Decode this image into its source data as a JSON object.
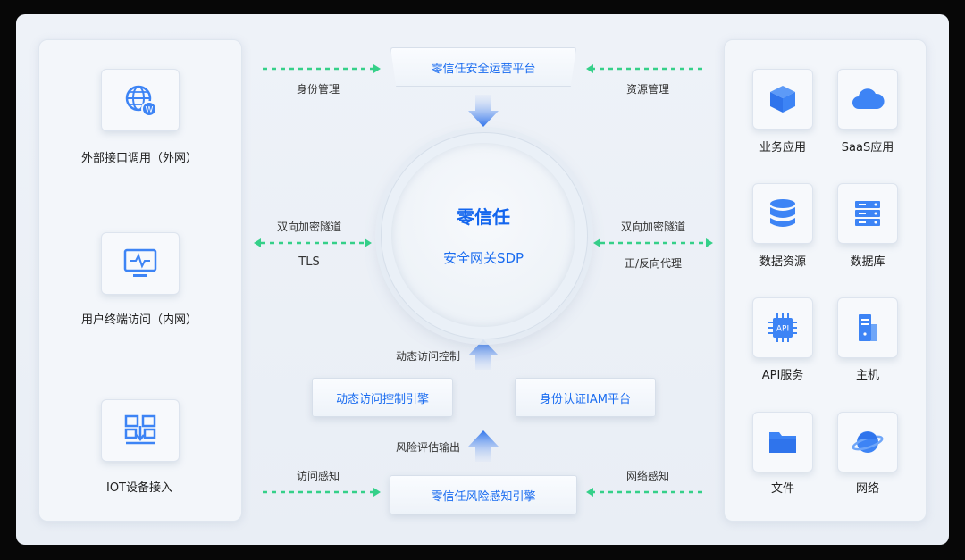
{
  "platform": {
    "ops": "零信任安全运营平台",
    "risk": "零信任风险感知引擎",
    "engine": "动态访问控制引擎",
    "iam": "身份认证IAM平台"
  },
  "core": {
    "title": "零信任",
    "subtitle": "安全网关SDP"
  },
  "left": [
    {
      "label": "外部接口调用（外网）",
      "icon": "globe-icon"
    },
    {
      "label": "用户终端访问（内网）",
      "icon": "monitor-icon"
    },
    {
      "label": "IOT设备接入",
      "icon": "iot-device-icon"
    }
  ],
  "right": [
    {
      "label": "业务应用",
      "icon": "cube-icon"
    },
    {
      "label": "SaaS应用",
      "icon": "cloud-icon"
    },
    {
      "label": "数据资源",
      "icon": "database-icon"
    },
    {
      "label": "数据库",
      "icon": "server-icon"
    },
    {
      "label": "API服务",
      "icon": "api-chip-icon"
    },
    {
      "label": "主机",
      "icon": "host-icon"
    },
    {
      "label": "文件",
      "icon": "folder-icon"
    },
    {
      "label": "网络",
      "icon": "planet-icon"
    }
  ],
  "flows": {
    "identity_mgmt": "身份管理",
    "resource_mgmt": "资源管理",
    "tunnel_left": "双向加密隧道",
    "tls": "TLS",
    "tunnel_right": "双向加密隧道",
    "proxy": "正/反向代理",
    "dynamic_control": "动态访问控制",
    "risk_output": "风险评估输出",
    "access_sense": "访问感知",
    "network_sense": "网络感知"
  },
  "api_icon_text": "API",
  "colors": {
    "accent": "#1a6cf0",
    "icon_blue": "#3d84f5",
    "arrow_green": "#35d089"
  }
}
